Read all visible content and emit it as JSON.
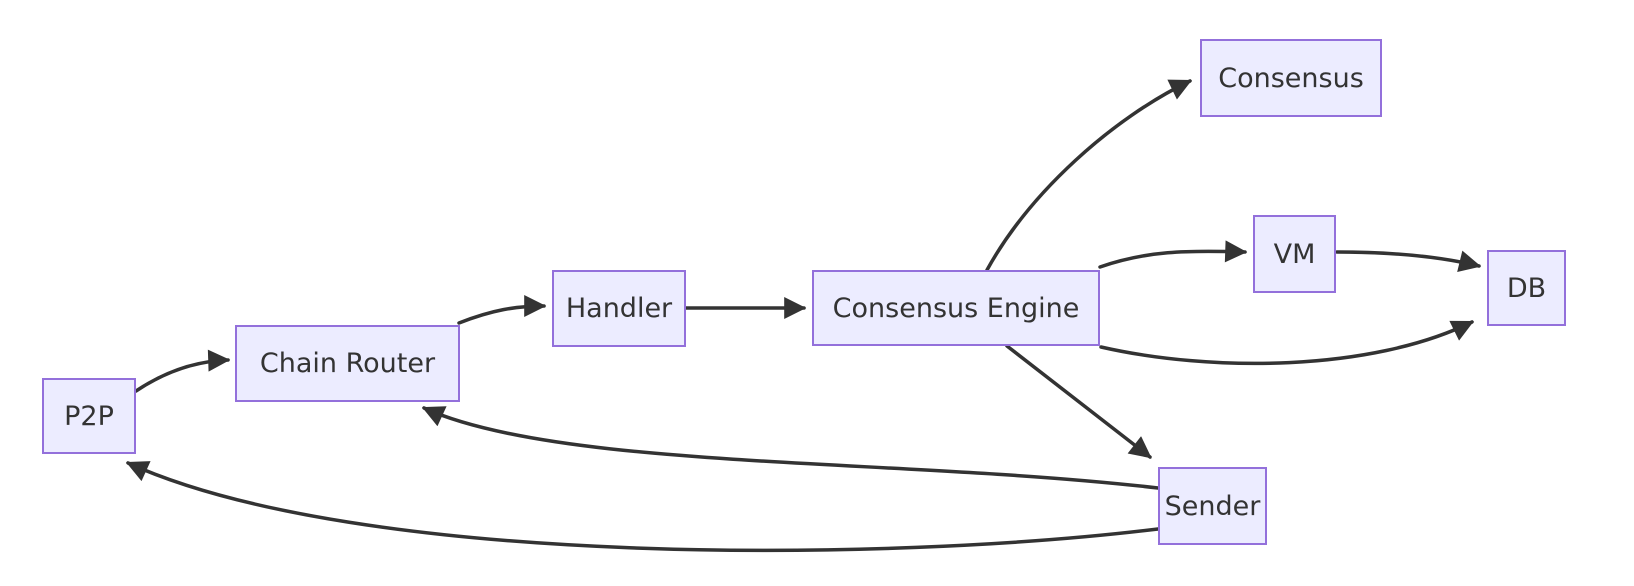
{
  "diagram": {
    "type": "flowchart",
    "direction": "left-to-right",
    "background_color": "#ffffff",
    "node_fill_color": "#ECECFF",
    "node_border_color": "#9370DB",
    "edge_color": "#333333",
    "text_color": "#333333",
    "nodes": [
      {
        "id": "p2p",
        "label": "P2P"
      },
      {
        "id": "chain-router",
        "label": "Chain Router"
      },
      {
        "id": "handler",
        "label": "Handler"
      },
      {
        "id": "consensus-engine",
        "label": "Consensus Engine"
      },
      {
        "id": "consensus",
        "label": "Consensus"
      },
      {
        "id": "vm",
        "label": "VM"
      },
      {
        "id": "db",
        "label": "DB"
      },
      {
        "id": "sender",
        "label": "Sender"
      }
    ],
    "edges": [
      {
        "from": "P2P",
        "to": "Chain Router"
      },
      {
        "from": "Chain Router",
        "to": "Handler"
      },
      {
        "from": "Handler",
        "to": "Consensus Engine"
      },
      {
        "from": "Consensus Engine",
        "to": "Consensus"
      },
      {
        "from": "Consensus Engine",
        "to": "VM"
      },
      {
        "from": "VM",
        "to": "DB"
      },
      {
        "from": "Consensus Engine",
        "to": "DB"
      },
      {
        "from": "Consensus Engine",
        "to": "Sender"
      },
      {
        "from": "Sender",
        "to": "Chain Router"
      },
      {
        "from": "Sender",
        "to": "P2P"
      }
    ]
  }
}
